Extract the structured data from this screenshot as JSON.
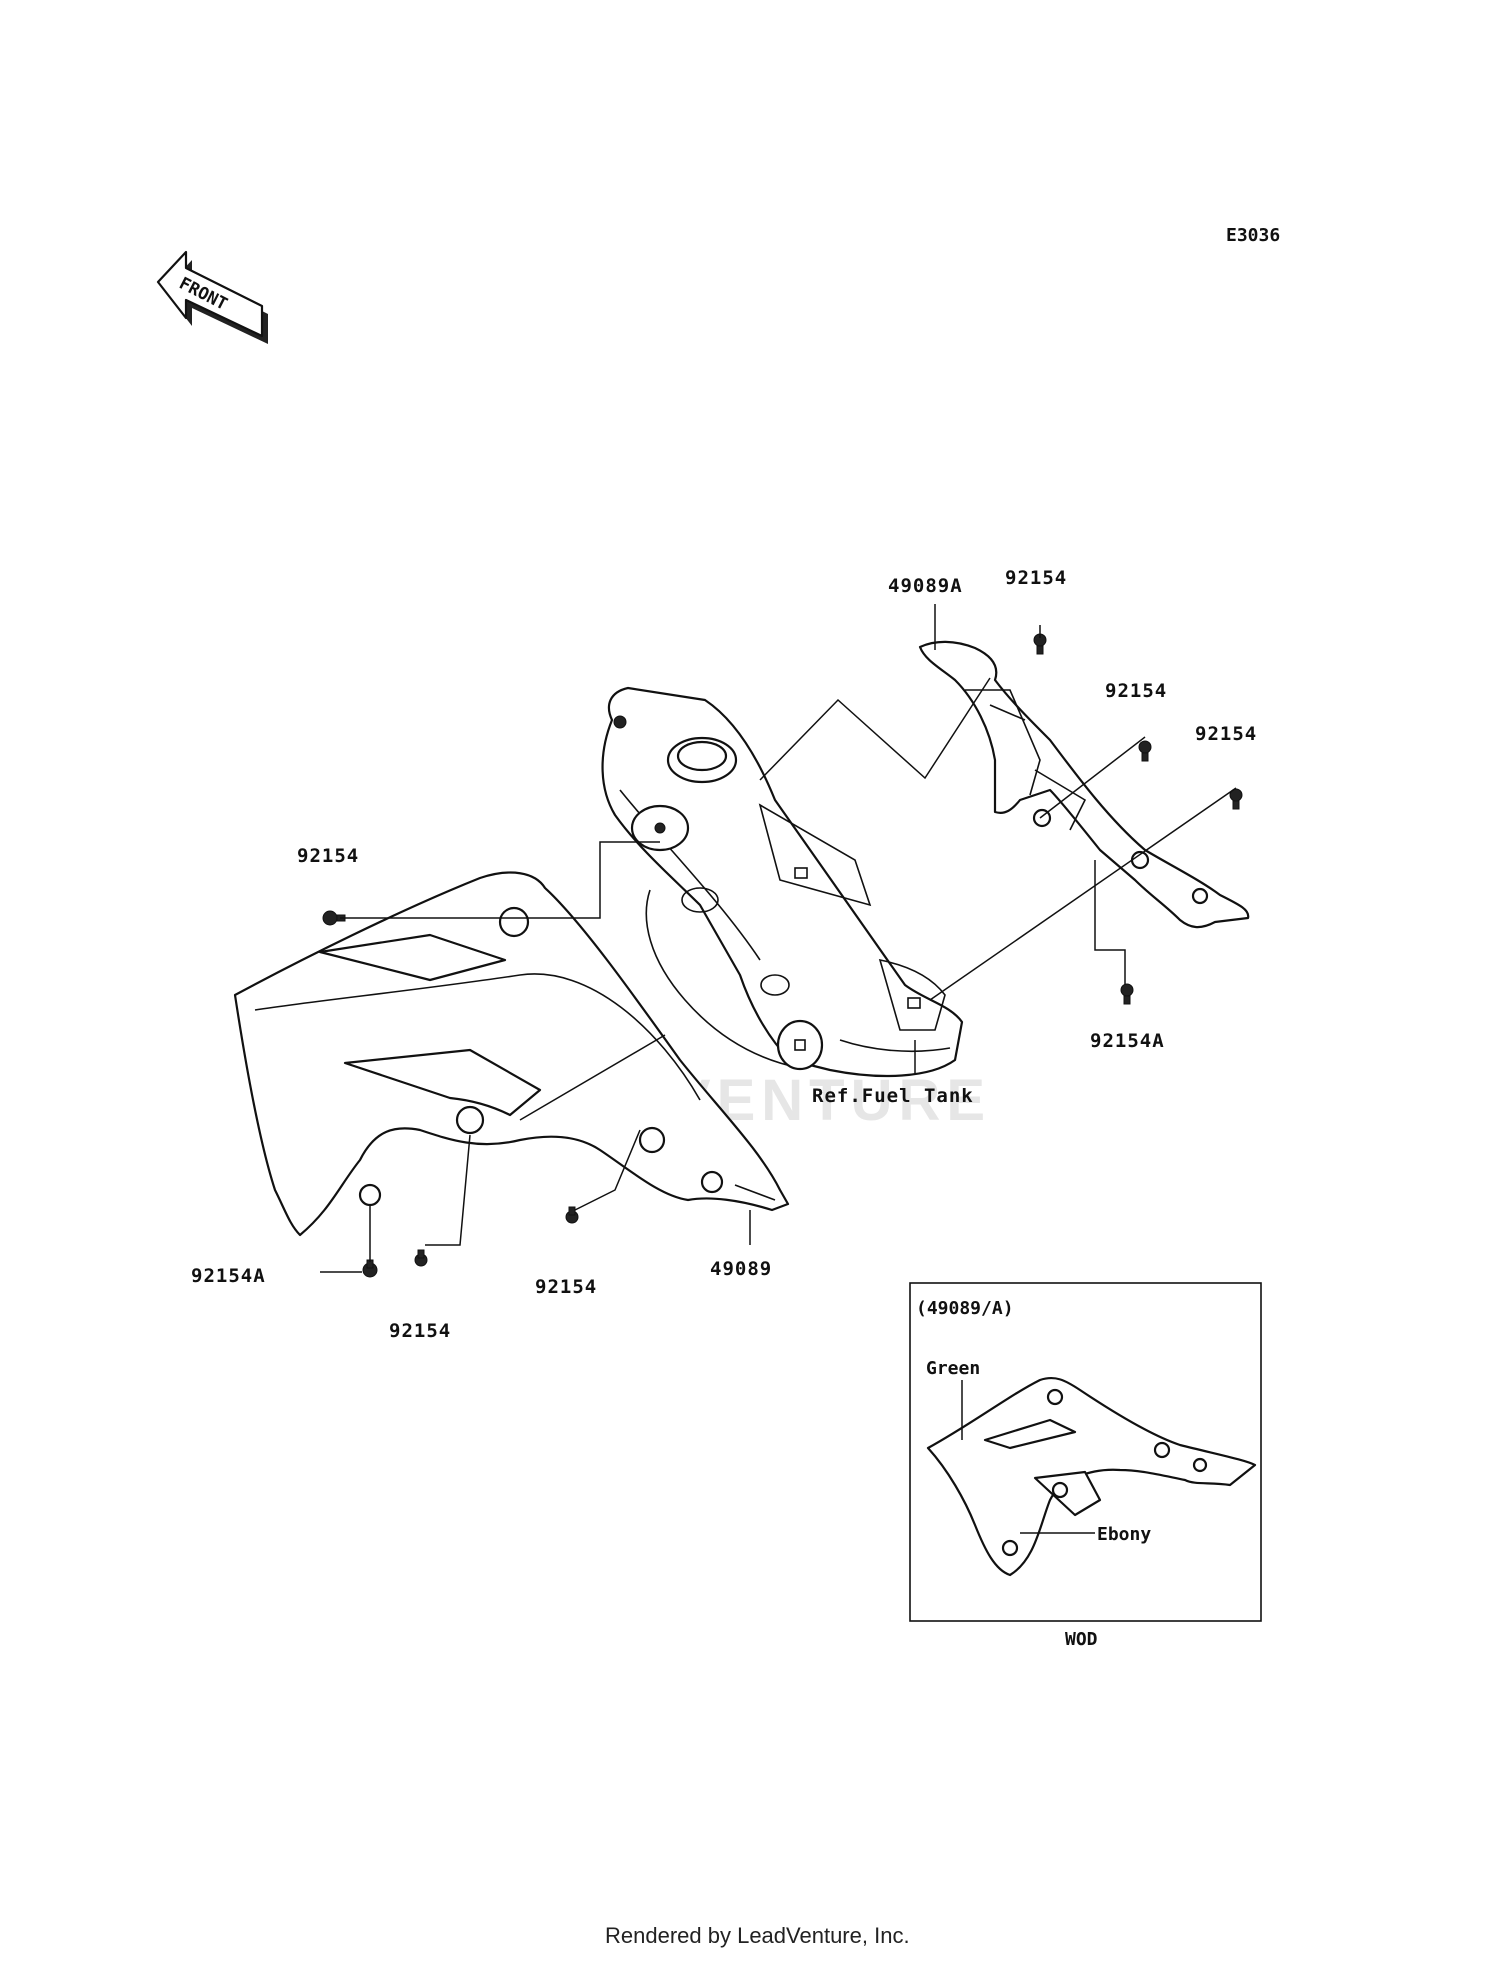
{
  "diagram_code": "E3036",
  "front_label": "FRONT",
  "watermark": "LEADVENTURE",
  "footer": "Rendered by LeadVenture, Inc.",
  "callouts": {
    "c1": "49089A",
    "c2": "92154",
    "c3": "92154",
    "c4": "92154",
    "c5": "92154",
    "c6": "92154A",
    "c7": "Ref.Fuel Tank",
    "c8": "92154A",
    "c9": "92154",
    "c10": "92154",
    "c11": "49089"
  },
  "inset": {
    "title": "(49089/A)",
    "green_label": "Green",
    "ebony_label": "Ebony",
    "caption": "WOD"
  }
}
